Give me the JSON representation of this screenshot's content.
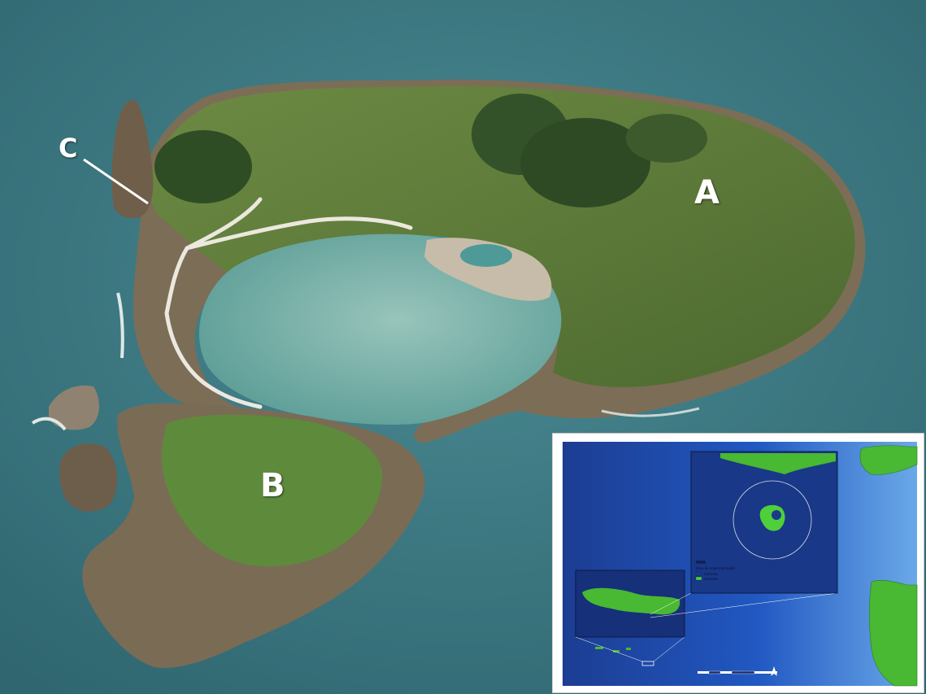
{
  "photo": {
    "labels": {
      "a": "A",
      "b": "B",
      "c": "C"
    },
    "colors": {
      "sea": "#3f7c86",
      "sea_deep": "#2f6670",
      "vegetation": "#5f7d3a",
      "vegetation_dark": "#3e5a2a",
      "lagoon": "#7fb4ae",
      "rock": "#8a7a62",
      "path": "#e8e4dc",
      "sand": "#c9bfae"
    }
  },
  "inset_map": {
    "legend": {
      "title": "MPA",
      "subtitle": "Area de implementação",
      "items": [
        {
          "label": "marinha",
          "color": "#1f3a93"
        },
        {
          "label": "terrestre",
          "color": "#4fcf3a"
        }
      ]
    },
    "colors": {
      "ocean": "#1e52b8",
      "ocean_deep": "#1c3d92",
      "shelf": "#6aa9e8",
      "land": "#49b832",
      "zoom_box": "#26427a"
    },
    "north_arrow": "north-arrow-icon"
  }
}
